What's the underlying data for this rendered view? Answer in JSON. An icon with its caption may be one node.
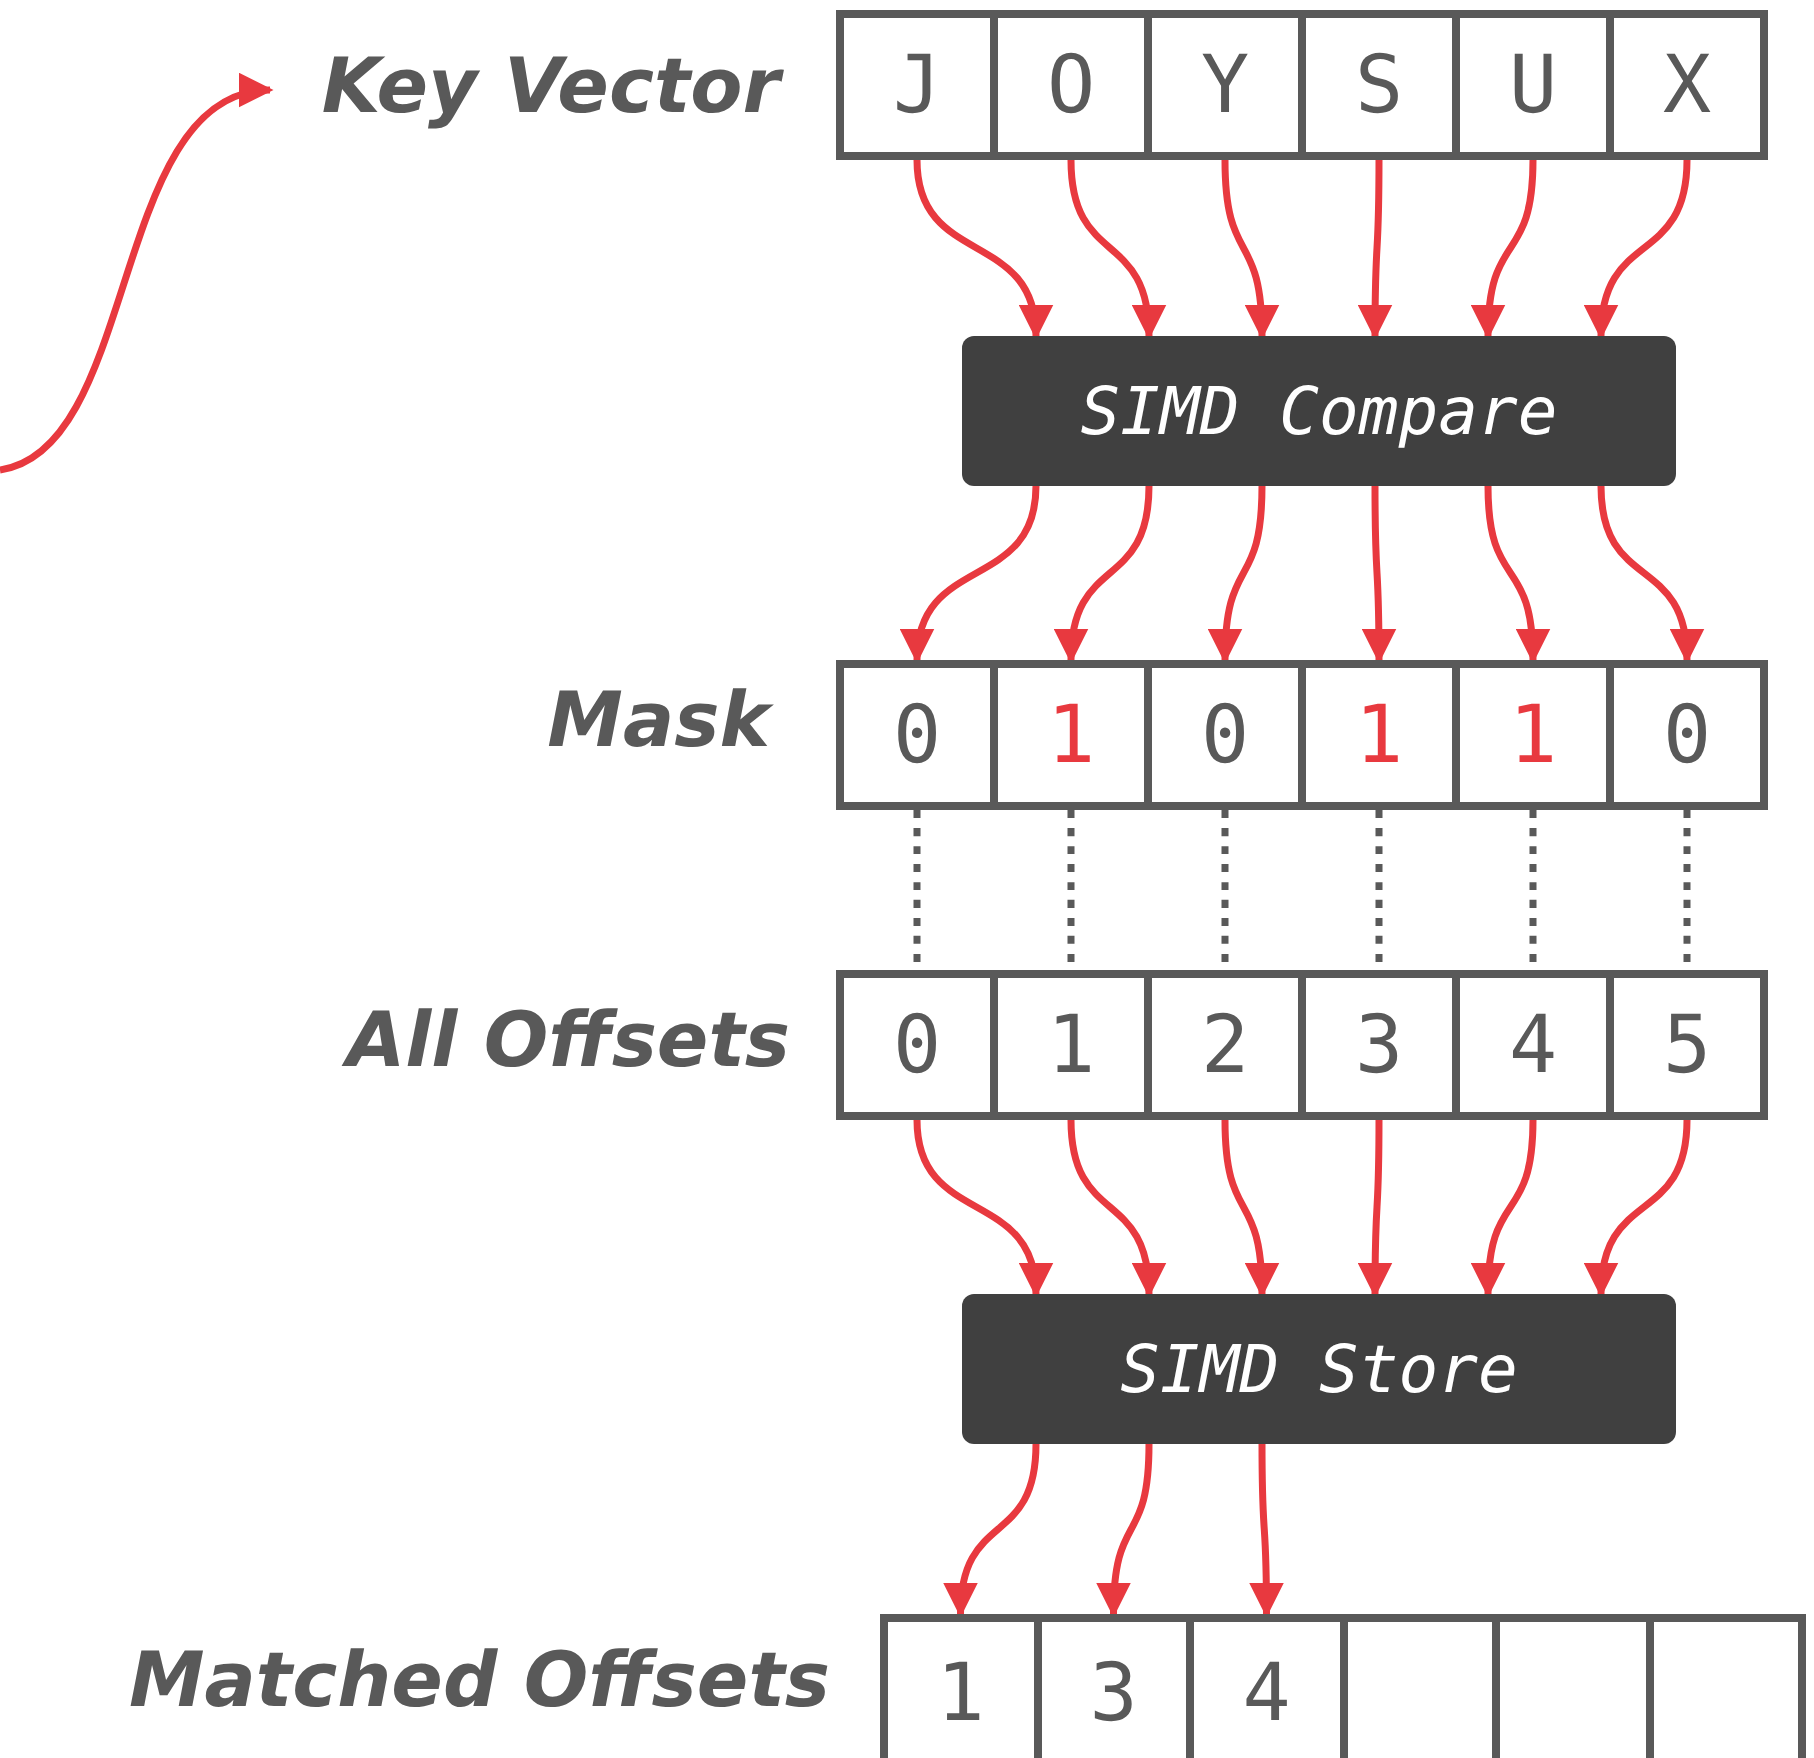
{
  "diagram": {
    "nodes": [
      {
        "text": [
          "Key Vector"
        ]
      },
      {
        "text": [
          "J"
        ]
      },
      {
        "text": [
          "O"
        ]
      },
      {
        "text": [
          "Y"
        ]
      },
      {
        "text": [
          "S"
        ]
      },
      {
        "text": [
          "U"
        ]
      },
      {
        "text": [
          "X"
        ]
      },
      {
        "text": [
          "SIMD Compare"
        ]
      },
      {
        "text": [
          "0"
        ]
      },
      {
        "text": [
          "1"
        ]
      },
      {
        "text": [
          "0"
        ]
      },
      {
        "text": [
          "1"
        ]
      },
      {
        "text": [
          "1"
        ]
      },
      {
        "text": [
          "0"
        ]
      },
      {
        "text": [
          "0"
        ]
      },
      {
        "text": [
          "1"
        ]
      },
      {
        "text": [
          "2"
        ]
      },
      {
        "text": [
          "3"
        ]
      },
      {
        "text": [
          "4"
        ]
      },
      {
        "text": [
          "5"
        ]
      },
      {
        "text": [
          "SIMD Store"
        ]
      },
      {
        "text": [
          "1"
        ]
      },
      {
        "text": [
          "3"
        ]
      },
      {
        "text": [
          "4"
        ]
      },
      {
        "text": [],
        "shape": "box"
      },
      {
        "text": [],
        "shape": "box"
      },
      {
        "text": [],
        "shape": "box"
      }
    ],
    "edges": [
      {
        "from": null,
        "to": 0,
        "arrow": "to"
      },
      {
        "from": 1,
        "to": 7,
        "arrow": "to"
      },
      {
        "from": 2,
        "to": 7,
        "arrow": "to"
      },
      {
        "from": 3,
        "to": 7,
        "arrow": "to"
      },
      {
        "from": 4,
        "to": 7,
        "arrow": "to"
      },
      {
        "from": 5,
        "to": 7,
        "arrow": "to"
      },
      {
        "from": 6,
        "to": 7,
        "arrow": "to"
      },
      {
        "from": 7,
        "to": 8,
        "arrow": "to"
      },
      {
        "from": 7,
        "to": 9,
        "arrow": "to"
      },
      {
        "from": 7,
        "to": 10,
        "arrow": "to"
      },
      {
        "from": 7,
        "to": 11,
        "arrow": "to"
      },
      {
        "from": 7,
        "to": 12,
        "arrow": "to"
      },
      {
        "from": 7,
        "to": 13,
        "arrow": "to"
      },
      {
        "from": 8,
        "to": 14,
        "arrow": "none",
        "style": "dashed",
        "color": "#595959"
      },
      {
        "from": 9,
        "to": 15,
        "arrow": "none",
        "style": "dashed",
        "color": "#595959"
      },
      {
        "from": 10,
        "to": 16,
        "arrow": "none",
        "style": "dashed",
        "color": "#595959"
      },
      {
        "from": 11,
        "to": 17,
        "arrow": "none",
        "style": "dashed",
        "color": "#595959"
      },
      {
        "from": 12,
        "to": 18,
        "arrow": "none",
        "style": "dashed",
        "color": "#595959"
      },
      {
        "from": 13,
        "to": 19,
        "arrow": "none",
        "style": "dashed",
        "color": "#595959"
      },
      {
        "from": 14,
        "to": 20,
        "arrow": "to"
      },
      {
        "from": 15,
        "to": 20,
        "arrow": "to"
      },
      {
        "from": 16,
        "to": 20,
        "arrow": "to"
      },
      {
        "from": 17,
        "to": 20,
        "arrow": "to"
      },
      {
        "from": 18,
        "to": 20,
        "arrow": "to"
      },
      {
        "from": 19,
        "to": 20,
        "arrow": "to"
      },
      {
        "from": 20,
        "to": 21,
        "arrow": "to"
      },
      {
        "from": 20,
        "to": 22,
        "arrow": "to"
      },
      {
        "from": 20,
        "to": 23,
        "arrow": "to"
      }
    ],
    "labels": [
      "Mask",
      "All Offsets",
      "Matched Offsets"
    ]
  }
}
